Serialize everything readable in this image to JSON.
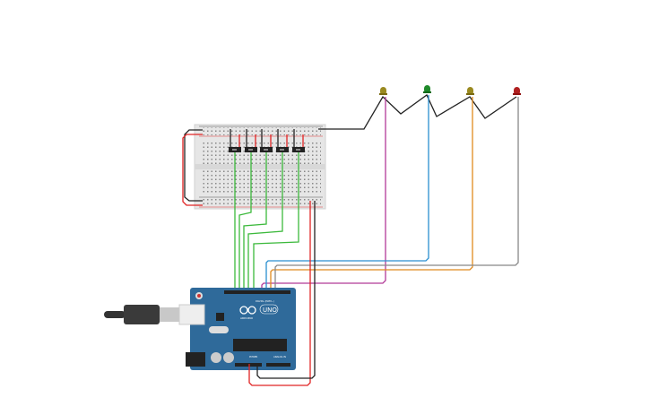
{
  "board": {
    "brand": "ARDUINO",
    "model": "UNO",
    "digital_label": "DIGITAL (PWM~)",
    "power_label": "POWER",
    "analog_label": "ANALOG IN"
  },
  "colors": {
    "board": "#2f6a9a",
    "breadboard": "#e4e4e4",
    "wire_green": "#3cb93c",
    "wire_black": "#222222",
    "wire_red": "#e02424",
    "wire_magenta": "#b23a98",
    "wire_blue": "#2a8fd0",
    "wire_orange": "#e08a1e",
    "wire_gray": "#888888",
    "led_yellow": "#9a8a20",
    "led_green": "#1f8a2a",
    "led_red": "#b02020"
  },
  "components": {
    "switches": 5,
    "leds": [
      "yellow",
      "green",
      "yellow",
      "red"
    ]
  }
}
